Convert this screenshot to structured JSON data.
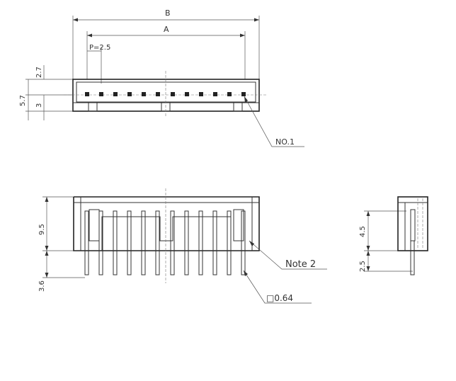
{
  "top_view": {
    "dim_b": "B",
    "dim_a": "A",
    "pitch": "P=2.5",
    "height_total": "5.7",
    "height_upper": "2.7",
    "height_lower": "3",
    "pin_label": "NO.1",
    "pin_count": 12
  },
  "front_view": {
    "height_body": "9.5",
    "height_pin": "3.6",
    "note_label": "Note 2",
    "pin_size": "□0.64",
    "pin_count": 12
  },
  "side_view": {
    "height_upper": "4.5",
    "height_lower": "2.5"
  }
}
